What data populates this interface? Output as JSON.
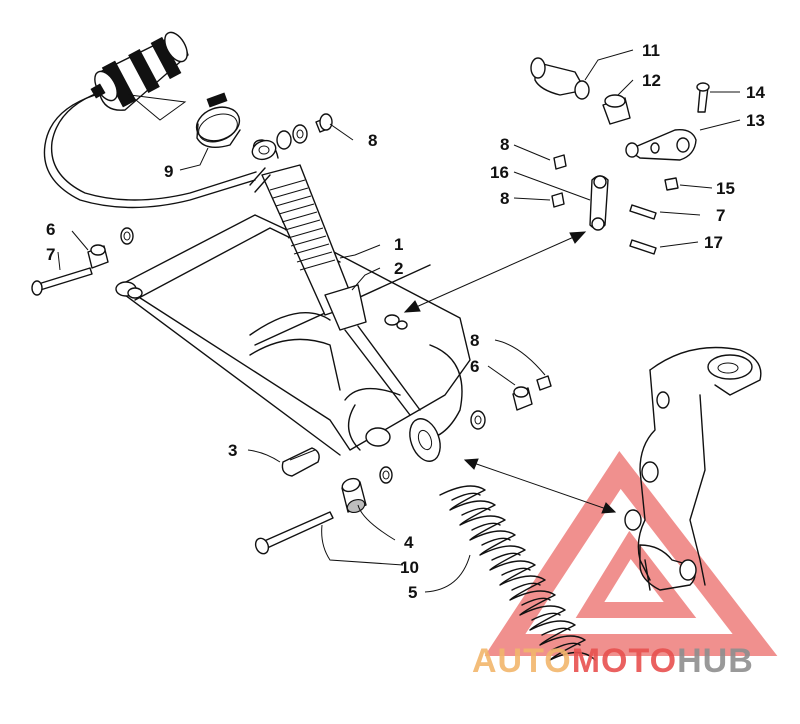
{
  "callouts": {
    "c1": "1",
    "c2": "2",
    "c3": "3",
    "c4": "4",
    "c5": "5",
    "c6a": "6",
    "c6b": "6",
    "c7a": "7",
    "c7b": "7",
    "c8a": "8",
    "c8b": "8",
    "c8c": "8",
    "c8d": "8",
    "c9": "9",
    "c10": "10",
    "c11": "11",
    "c12": "12",
    "c13": "13",
    "c14": "14",
    "c15": "15",
    "c16": "16",
    "c17": "17"
  },
  "watermark": {
    "part1": "AUTO",
    "part2": "MOTO",
    "part3": "HUB",
    "color_orange": "#f2b66c",
    "color_red": "#e8514f",
    "color_grey": "#8e8e8e"
  }
}
